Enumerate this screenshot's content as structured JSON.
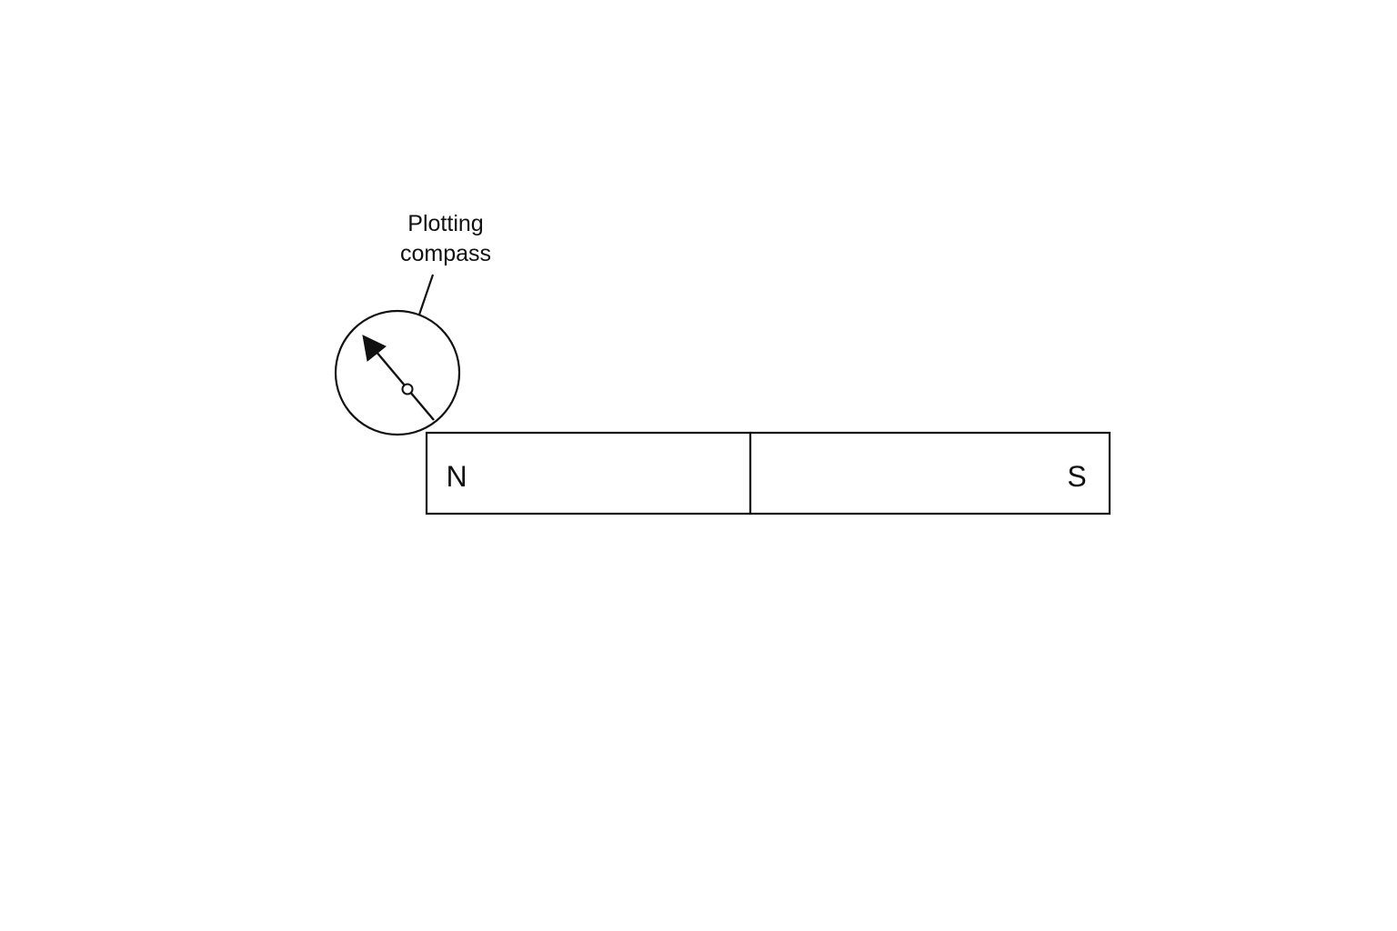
{
  "diagram": {
    "compass_label": {
      "line1": "Plotting",
      "line2": "compass"
    },
    "magnet": {
      "north_label": "N",
      "south_label": "S"
    },
    "compass_needle": {
      "points_toward": "upper-left"
    },
    "colors": {
      "stroke": "#111111",
      "background": "#ffffff"
    }
  }
}
